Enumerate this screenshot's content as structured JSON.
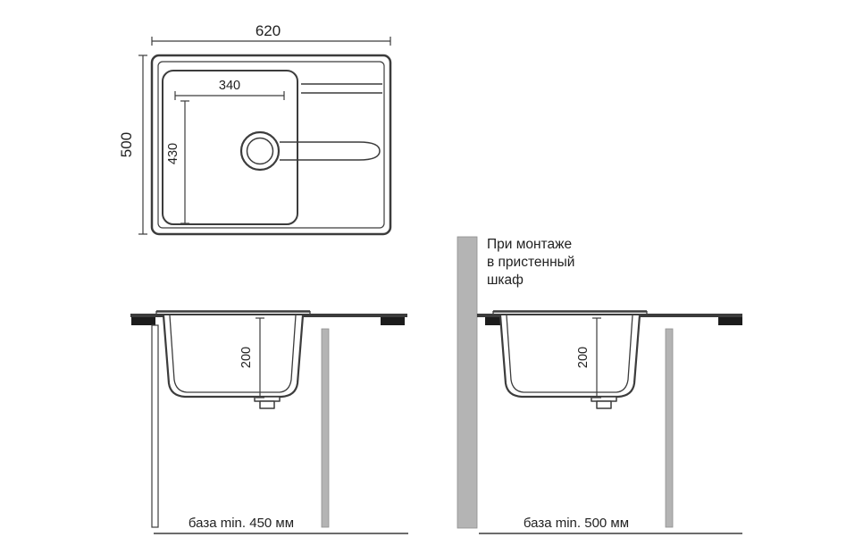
{
  "colors": {
    "line": "#3c3c3c",
    "text": "#222222",
    "gray_panel": "#b4b4b4",
    "panel_edge": "#8f8f8f",
    "black_clip": "#1c1c1c",
    "background": "#ffffff"
  },
  "top_view": {
    "width_label": "620",
    "height_label": "500",
    "bowl_width_label": "340",
    "bowl_depth_label": "430"
  },
  "side_view_left": {
    "depth_label": "200",
    "base_label": "база min. 450 мм"
  },
  "side_view_right": {
    "depth_label": "200",
    "base_label": "база min. 500 мм",
    "note_lines": [
      "При монтаже",
      "в пристенный",
      "шкаф"
    ]
  }
}
